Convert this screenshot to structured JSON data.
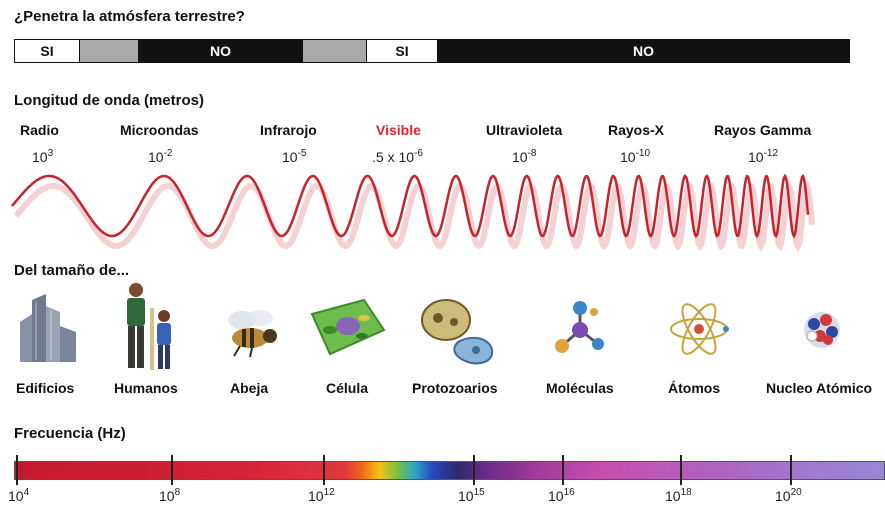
{
  "atmosphere": {
    "question": "¿Penetra la atmósfera terrestre?",
    "segments": [
      {
        "label": "SI",
        "kind": "si"
      },
      {
        "label": "",
        "kind": "gray"
      },
      {
        "label": "NO",
        "kind": "no"
      },
      {
        "label": "",
        "kind": "gray"
      },
      {
        "label": "SI",
        "kind": "si"
      },
      {
        "label": "NO",
        "kind": "no"
      }
    ]
  },
  "wavelength": {
    "title": "Longitud de onda (metros)",
    "bands": [
      {
        "name": "Radio",
        "base": "10",
        "exp": "3"
      },
      {
        "name": "Microondas",
        "base": "10",
        "exp": "-2"
      },
      {
        "name": "Infrarojo",
        "base": "10",
        "exp": "-5"
      },
      {
        "name": "Visible",
        "base": ".5 x 10",
        "exp": "-6"
      },
      {
        "name": "Ultravioleta",
        "base": "10",
        "exp": "-8"
      },
      {
        "name": "Rayos-X",
        "base": "10",
        "exp": "-10"
      },
      {
        "name": "Rayos Gamma",
        "base": "10",
        "exp": "-12"
      }
    ],
    "visible_color": "#e0262b",
    "wave_color": "#c8232a"
  },
  "size": {
    "title": "Del tamaño de...",
    "items": [
      {
        "label": "Edificios",
        "icon": "buildings-icon"
      },
      {
        "label": "Humanos",
        "icon": "humans-icon"
      },
      {
        "label": "Abeja",
        "icon": "bee-icon"
      },
      {
        "label": "Célula",
        "icon": "cell-icon"
      },
      {
        "label": "Protozoarios",
        "icon": "protozoa-icon"
      },
      {
        "label": "Moléculas",
        "icon": "molecule-icon"
      },
      {
        "label": "Átomos",
        "icon": "atom-icon"
      },
      {
        "label": "Nucleo Atómico",
        "icon": "nucleus-icon"
      }
    ]
  },
  "frequency": {
    "title": "Frecuencia (Hz)",
    "ticks": [
      {
        "base": "10",
        "exp": "4"
      },
      {
        "base": "10",
        "exp": "8"
      },
      {
        "base": "10",
        "exp": "12"
      },
      {
        "base": "10",
        "exp": "15"
      },
      {
        "base": "10",
        "exp": "16"
      },
      {
        "base": "10",
        "exp": "18"
      },
      {
        "base": "10",
        "exp": "20"
      }
    ]
  }
}
